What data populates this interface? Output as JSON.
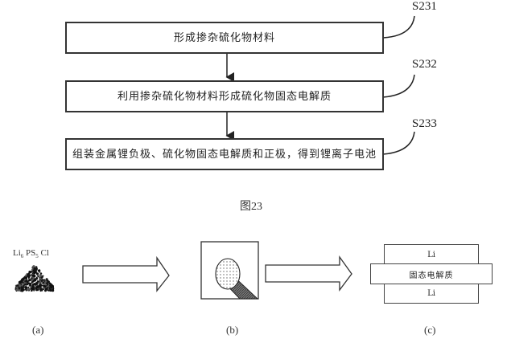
{
  "flowchart": {
    "steps": [
      {
        "id": "S231",
        "text": "形成掺杂硫化物材料"
      },
      {
        "id": "S232",
        "text": "利用掺杂硫化物材料形成硫化物固态电解质"
      },
      {
        "id": "S233",
        "text": "组装金属锂负极、硫化物固态电解质和正极，得到锂离子电池"
      }
    ],
    "figure_caption": "图23"
  },
  "process": {
    "formula": {
      "base1": "Li",
      "sub1": "6",
      "base2": " PS",
      "sub2": "5",
      "base3": " Cl"
    },
    "panels": [
      {
        "label": "(a)"
      },
      {
        "label": "(b)"
      },
      {
        "label": "(c)",
        "layers": [
          "Li",
          "固态电解质",
          "Li"
        ]
      }
    ]
  }
}
